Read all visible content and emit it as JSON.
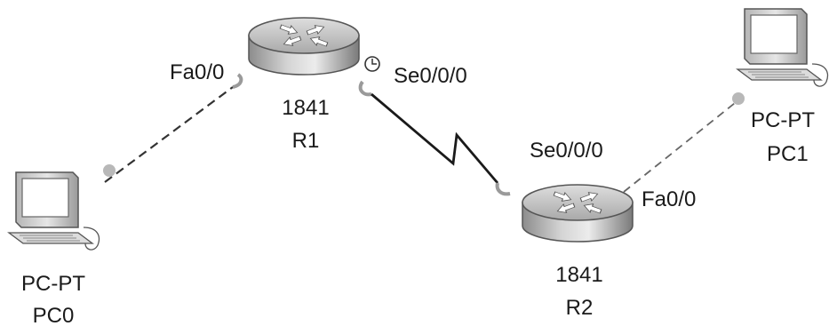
{
  "devices": {
    "r1": {
      "model": "1841",
      "name": "R1"
    },
    "r2": {
      "model": "1841",
      "name": "R2"
    },
    "pc0": {
      "type": "PC-PT",
      "name": "PC0"
    },
    "pc1": {
      "type": "PC-PT",
      "name": "PC1"
    }
  },
  "interfaces": {
    "r1_fa": "Fa0/0",
    "r1_se": "Se0/0/0",
    "r2_se": "Se0/0/0",
    "r2_fa": "Fa0/0"
  },
  "links": [
    {
      "from": "pc0",
      "to": "r1",
      "kind": "ethernet-crossover"
    },
    {
      "from": "r1",
      "to": "r2",
      "kind": "serial-dce"
    },
    {
      "from": "r2",
      "to": "pc1",
      "kind": "ethernet-crossover"
    }
  ],
  "icons": {
    "router": "router-icon",
    "pc": "pc-icon",
    "clock": "clock-icon"
  }
}
